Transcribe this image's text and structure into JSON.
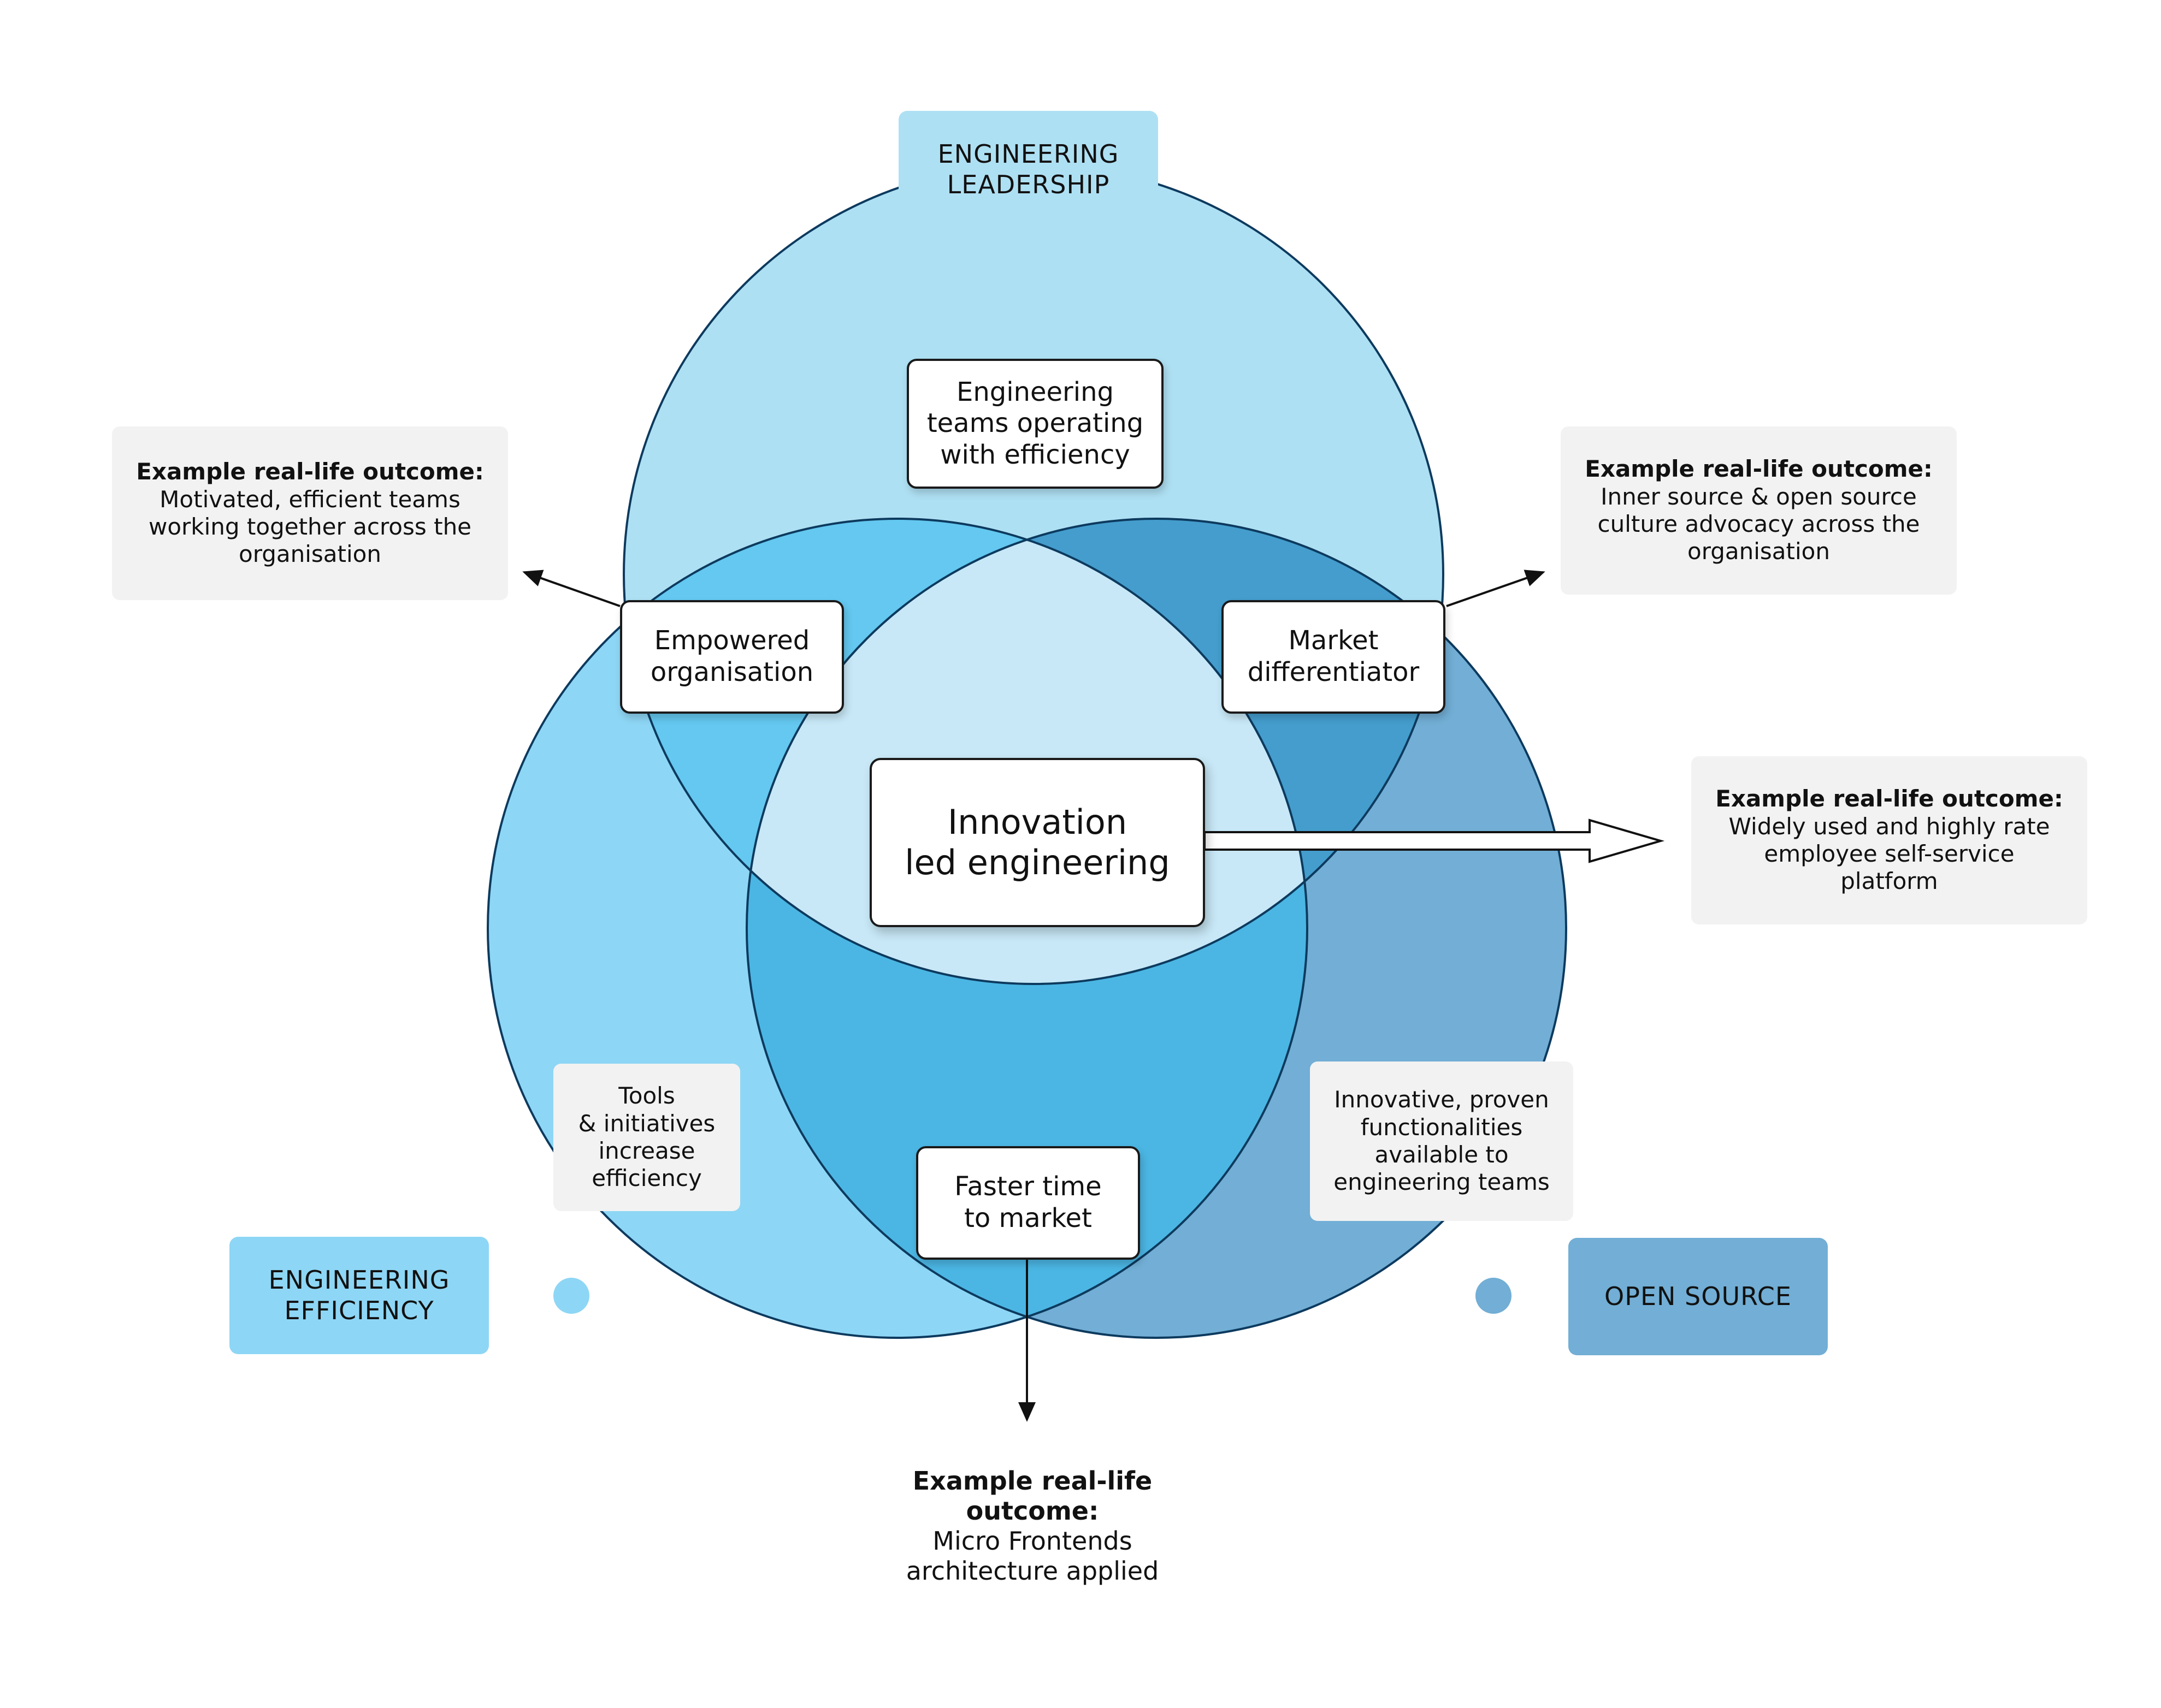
{
  "categories": {
    "leadership": "ENGINEERING\nLEADERSHIP",
    "efficiency": "ENGINEERING\nEFFICIENCY",
    "open_source": "OPEN SOURCE"
  },
  "center": "Innovation\nled engineering",
  "intersections": {
    "top": "Engineering\nteams operating\nwith efficiency",
    "left": "Empowered\norganisation",
    "right": "Market\ndifferentiator",
    "bottom": "Faster time\nto market"
  },
  "petals": {
    "left": "Tools\n& initiatives\nincrease\nefficiency",
    "right": "Innovative, proven\nfunctionalities\navailable to\nengineering teams"
  },
  "outcomes": {
    "top_left": {
      "heading": "Example real-life outcome:",
      "text": "Motivated, efficient teams\nworking together across the\norganisation"
    },
    "top_right": {
      "heading": "Example real-life outcome:",
      "text": "Inner source & open source\nculture advocacy across the\norganisation"
    },
    "right": {
      "heading": "Example real-life outcome:",
      "text": "Widely used and highly rate\nemployee self-service\nplatform"
    },
    "bottom": {
      "heading": "Example real-life\noutcome:",
      "text": "Micro Frontends\narchitecture applied"
    }
  },
  "colors": {
    "leadership": "#aee0f3",
    "efficiency": "#8ed6f5",
    "open_source": "#72aed5",
    "center_circle": "#c8e8f7"
  }
}
